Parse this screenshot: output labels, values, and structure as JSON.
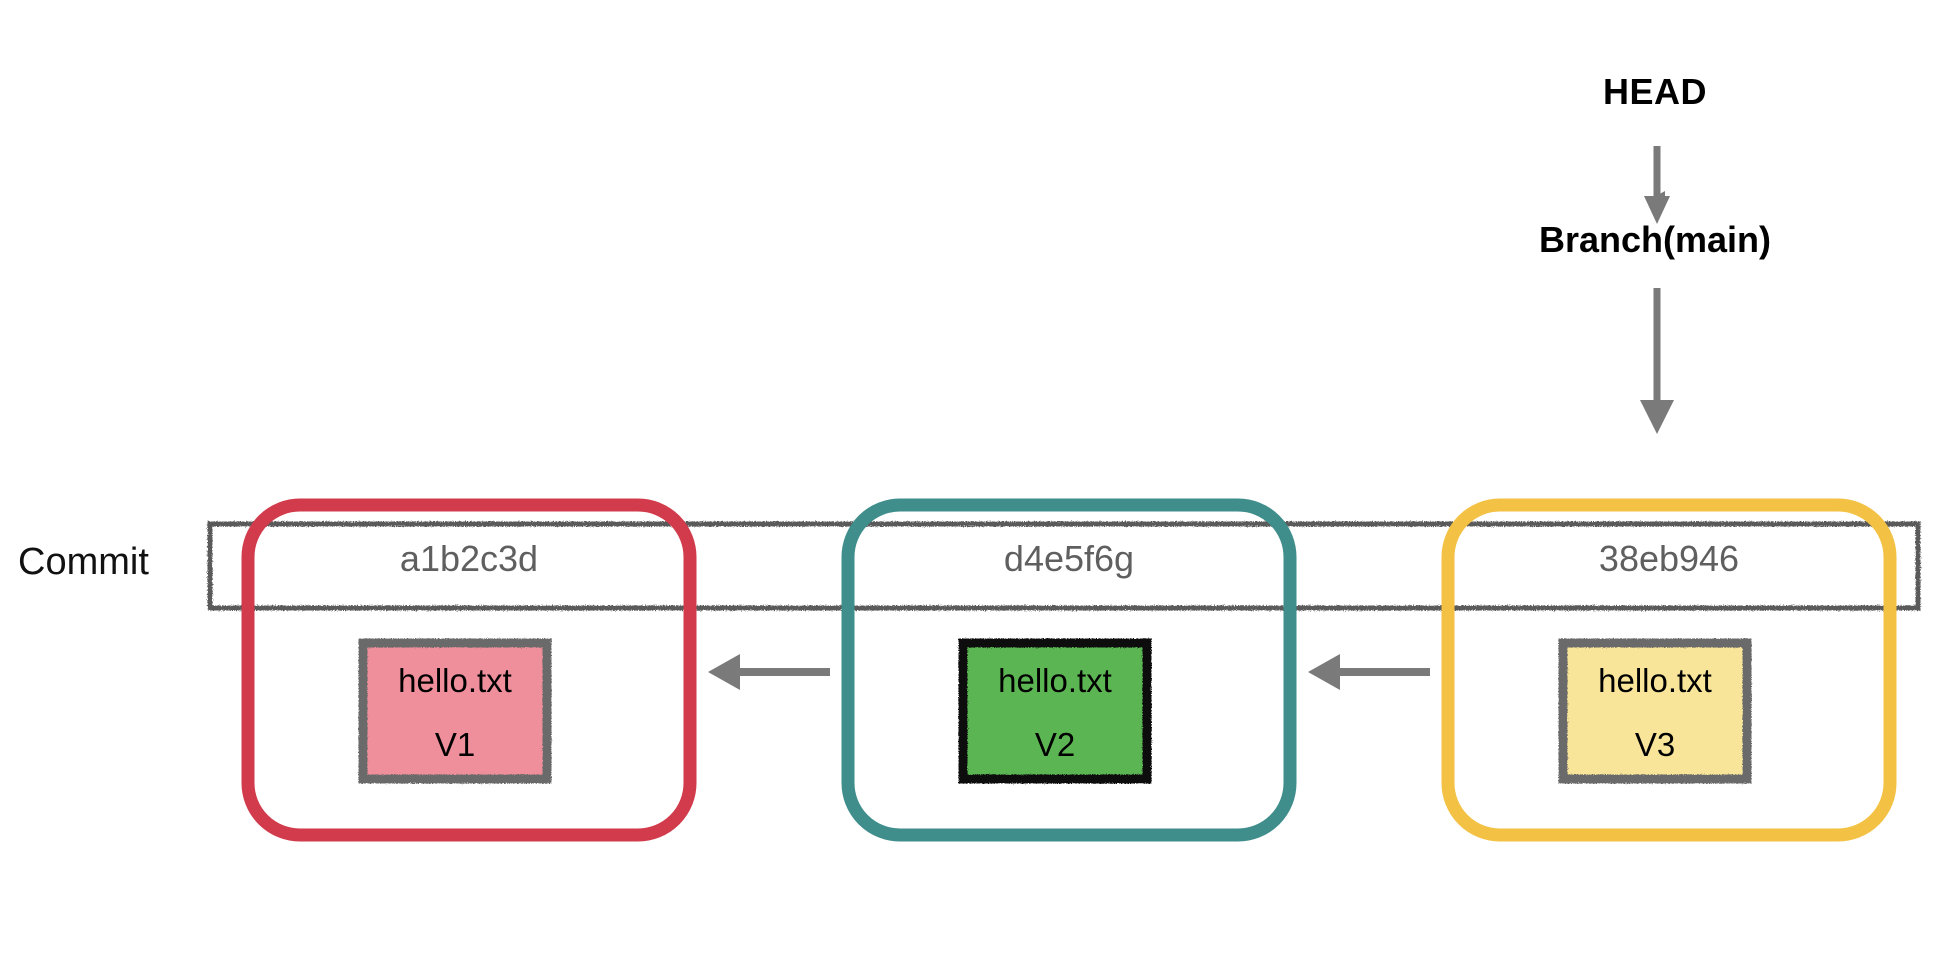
{
  "diagram": {
    "title": "Git commit history diagram",
    "background": "#ffffff"
  },
  "pointers": {
    "head": {
      "label": "HEAD",
      "arrow_icon": "arrow-down-icon",
      "color": "#000000"
    },
    "branch": {
      "label": "Branch(main)",
      "arrow_icon": "arrow-down-icon",
      "color": "#000000"
    },
    "arrow_color": "#7a7a7a"
  },
  "row": {
    "label": "Commit",
    "strip_color": "#5a5a5a"
  },
  "commits": [
    {
      "hash": "a1b2c3d",
      "outline_color": "#d13b4c",
      "file": {
        "name": "hello.txt",
        "version": "V1",
        "fill": "#ef8f9c",
        "border": "#6b6b6b"
      }
    },
    {
      "hash": "d4e5f6g",
      "outline_color": "#3f8e8c",
      "file": {
        "name": "hello.txt",
        "version": "V2",
        "fill": "#5cb552",
        "border": "#111111"
      }
    },
    {
      "hash": "38eb946",
      "outline_color": "#f3c244",
      "file": {
        "name": "hello.txt",
        "version": "V3",
        "fill": "#f8e59a",
        "border": "#6b6b6b"
      }
    }
  ],
  "parent_links": [
    {
      "from": "d4e5f6g",
      "to": "a1b2c3d",
      "icon": "arrow-left-icon",
      "color": "#7a7a7a"
    },
    {
      "from": "38eb946",
      "to": "d4e5f6g",
      "icon": "arrow-left-icon",
      "color": "#7a7a7a"
    }
  ]
}
